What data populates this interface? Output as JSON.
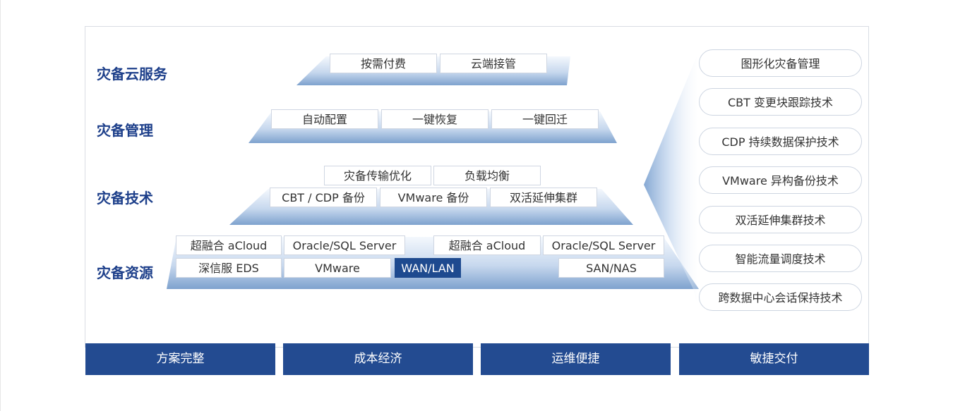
{
  "colors": {
    "label_blue": "#1d3f8a",
    "bar_blue": "#234b91",
    "highlight_blue": "#1e4a8f",
    "trapezoid_top": "#f3f7fc",
    "trapezoid_bottom": "#7fa3cf"
  },
  "layers": [
    {
      "label": "灾备云服务",
      "rows": [
        [
          "按需付费",
          "云端接管"
        ]
      ]
    },
    {
      "label": "灾备管理",
      "rows": [
        [
          "自动配置",
          "一键恢复",
          "一键回迁"
        ]
      ]
    },
    {
      "label": "灾备技术",
      "rows": [
        [
          "灾备传输优化",
          "负载均衡"
        ],
        [
          "CBT  /  CDP 备份",
          "VMware 备份",
          "双活延伸集群"
        ]
      ]
    },
    {
      "label": "灾备资源",
      "rows": [
        [
          "超融合 aCloud",
          "Oracle/SQL Server",
          "超融合 aCloud",
          "Oracle/SQL Server"
        ],
        [
          "深信服 EDS",
          "VMware",
          "WAN/LAN",
          "SAN/NAS"
        ]
      ]
    }
  ],
  "tech_list": [
    "图形化灾备管理",
    "CBT 变更块跟踪技术",
    "CDP 持续数据保护技术",
    "VMware 异构备份技术",
    "双活延伸集群技术",
    "智能流量调度技术",
    "跨数据中心会话保持技术"
  ],
  "bottom_bar": [
    "方案完整",
    "成本经济",
    "运维便捷",
    "敏捷交付"
  ]
}
